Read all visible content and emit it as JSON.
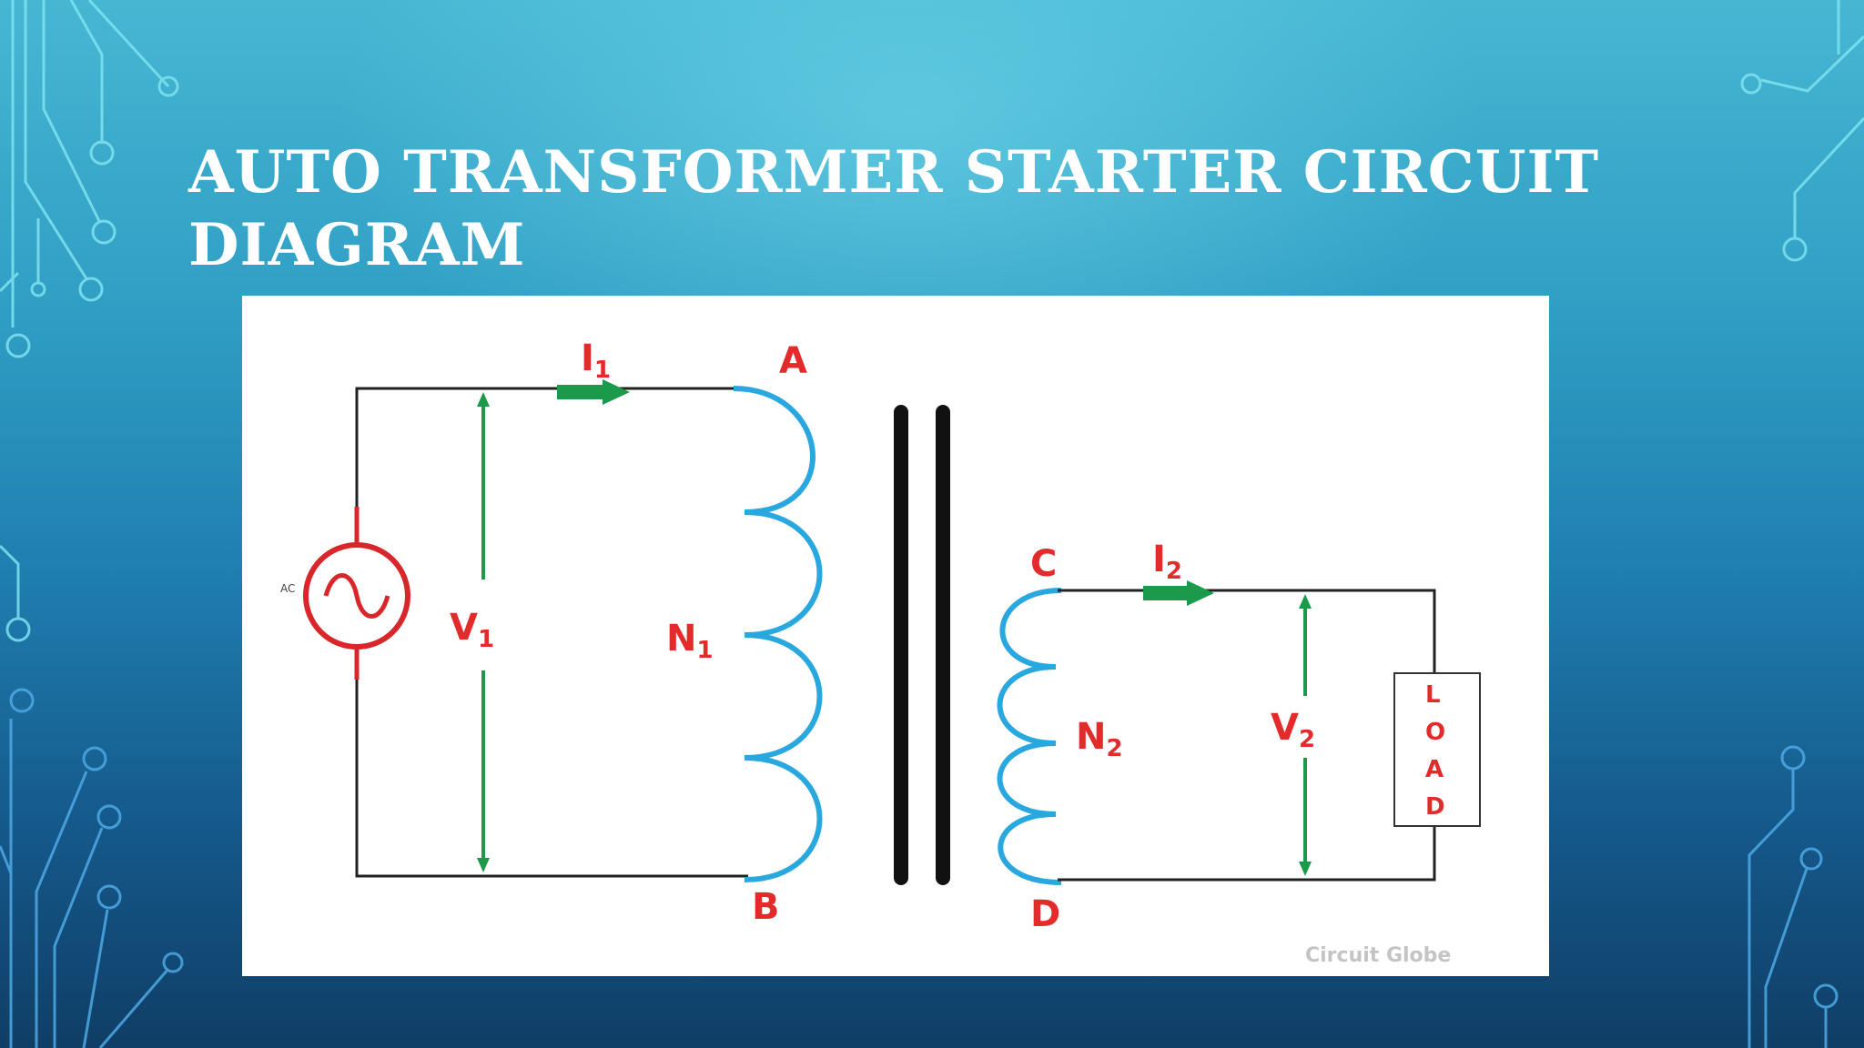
{
  "slide": {
    "title_line1": "AUTO TRANSFORMER STARTER CIRCUIT",
    "title_line2": "DIAGRAM"
  },
  "diagram": {
    "labels": {
      "i1": "I",
      "i1_sub": "1",
      "i2": "I",
      "i2_sub": "2",
      "v1": "V",
      "v1_sub": "1",
      "v2": "V",
      "v2_sub": "2",
      "n1": "N",
      "n1_sub": "1",
      "n2": "N",
      "n2_sub": "2",
      "a": "A",
      "b": "B",
      "c": "C",
      "d": "D",
      "ac": "AC"
    },
    "load_letters": [
      "L",
      "O",
      "A",
      "D"
    ],
    "watermark": "Circuit Globe",
    "colors": {
      "wire": "#222222",
      "coil": "#29a8e0",
      "core": "#111111",
      "arrow": "#1a9a4a",
      "label": "#e32b2b",
      "source": "#d8262a"
    }
  }
}
